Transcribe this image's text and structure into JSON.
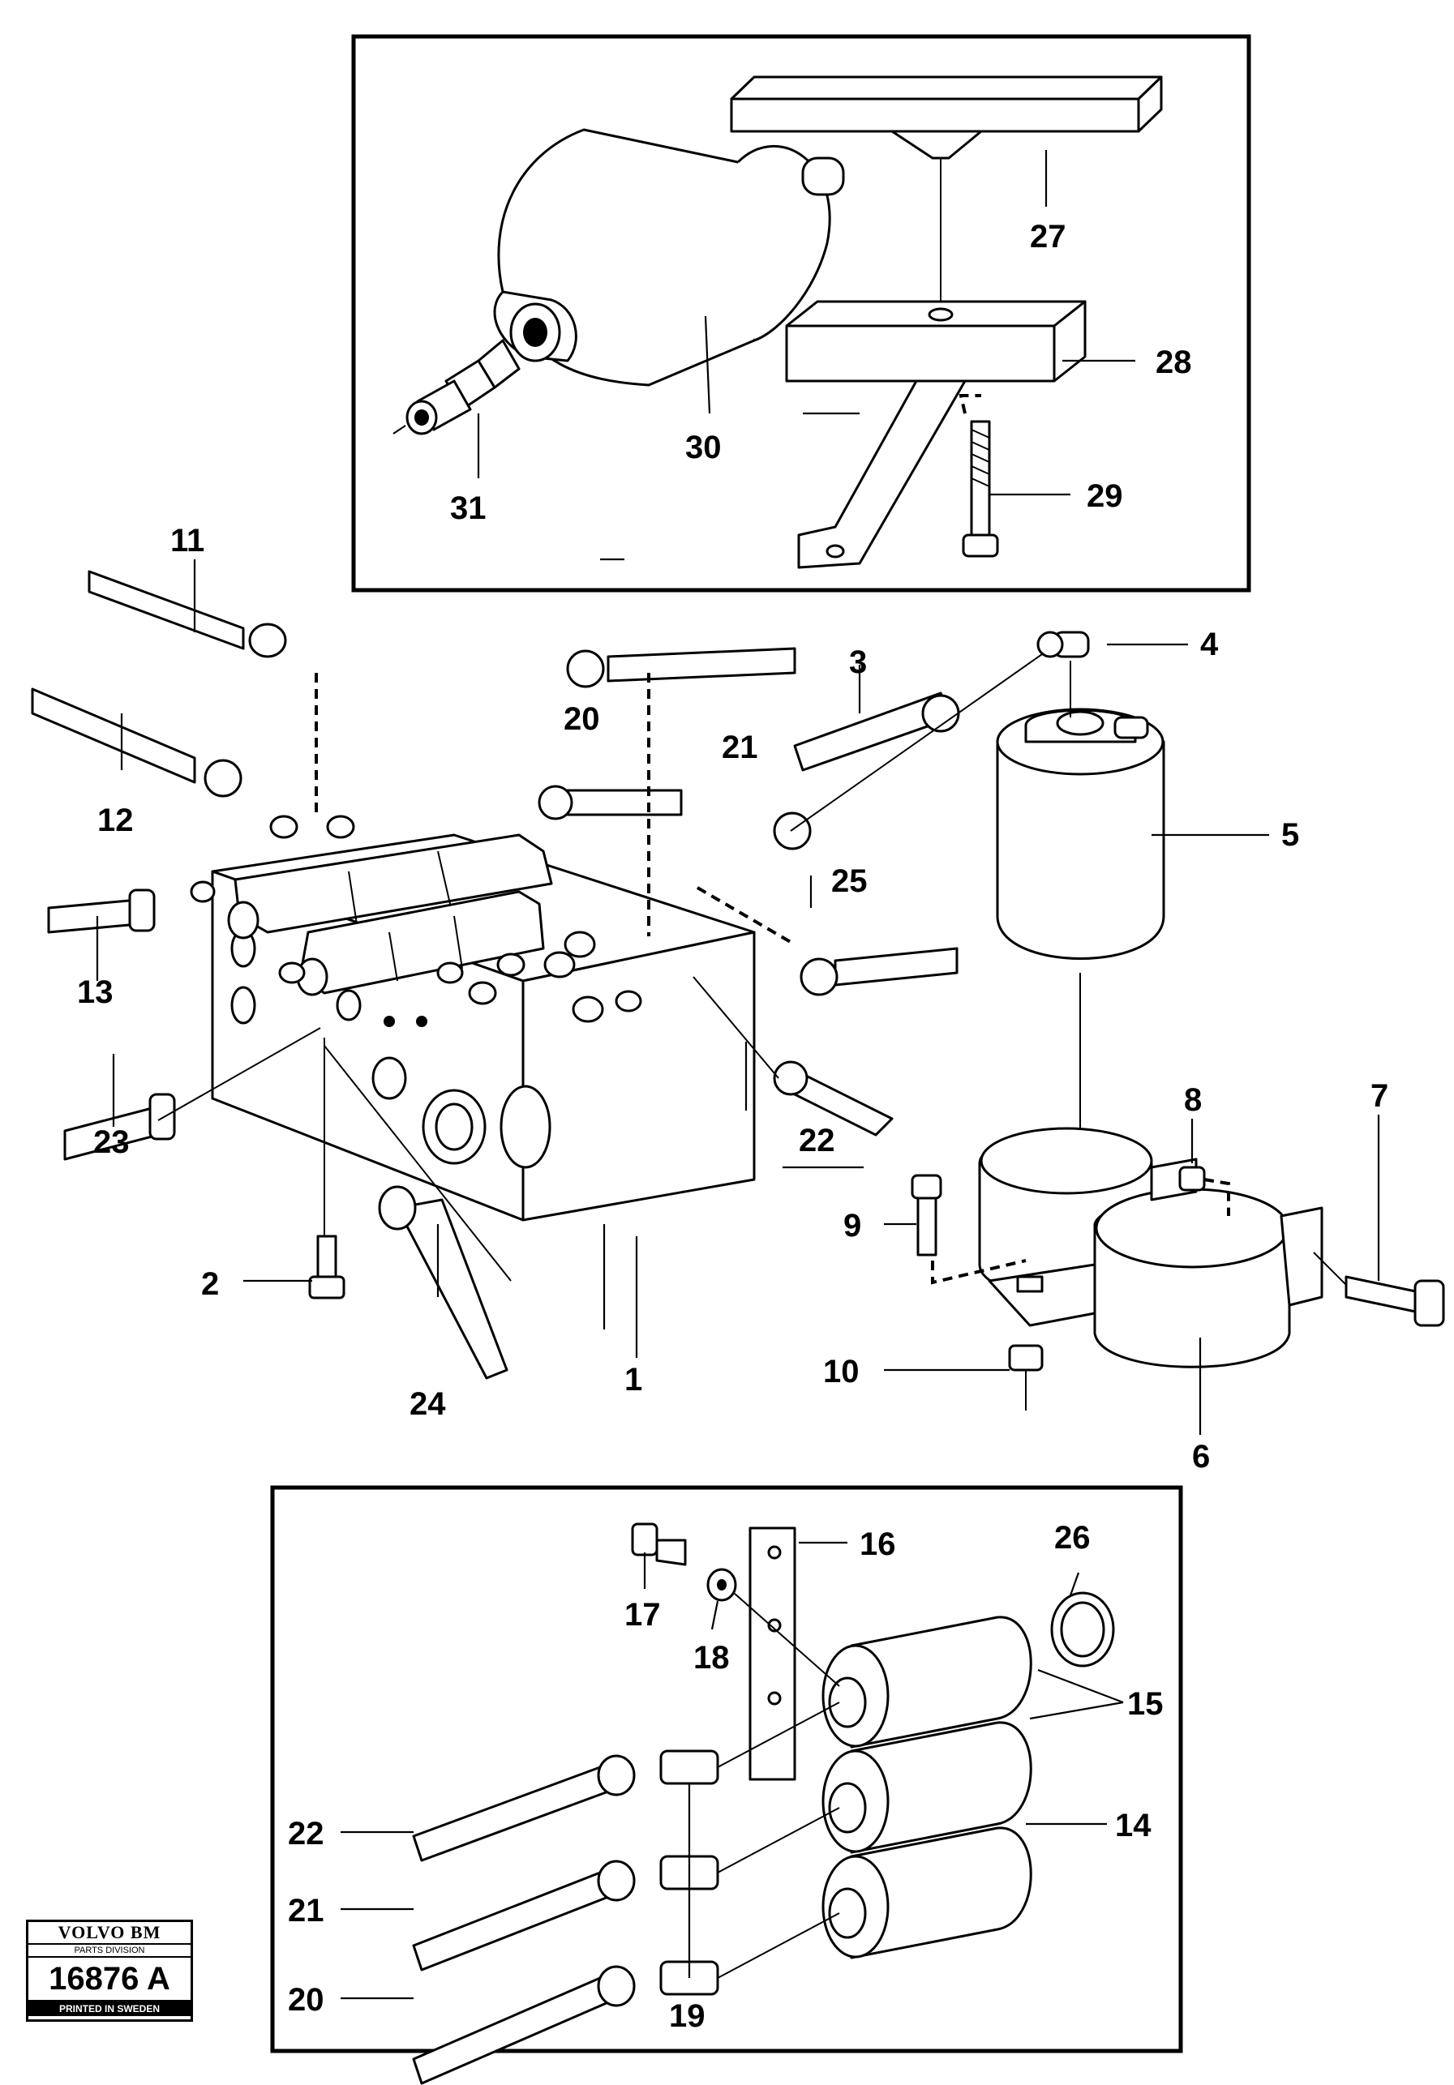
{
  "callouts": [
    "1",
    "2",
    "3",
    "4",
    "5",
    "6",
    "7",
    "8",
    "9",
    "10",
    "11",
    "12",
    "13",
    "14",
    "15",
    "16",
    "17",
    "18",
    "19",
    "20",
    "21",
    "22",
    "23",
    "24",
    "25",
    "26",
    "27",
    "28",
    "29",
    "30",
    "31",
    "22",
    "21",
    "20"
  ],
  "stamp": {
    "brand": "VOLVO BM",
    "division": "PARTS DIVISION",
    "number": "16876 A",
    "printed": "PRINTED IN SWEDEN"
  }
}
